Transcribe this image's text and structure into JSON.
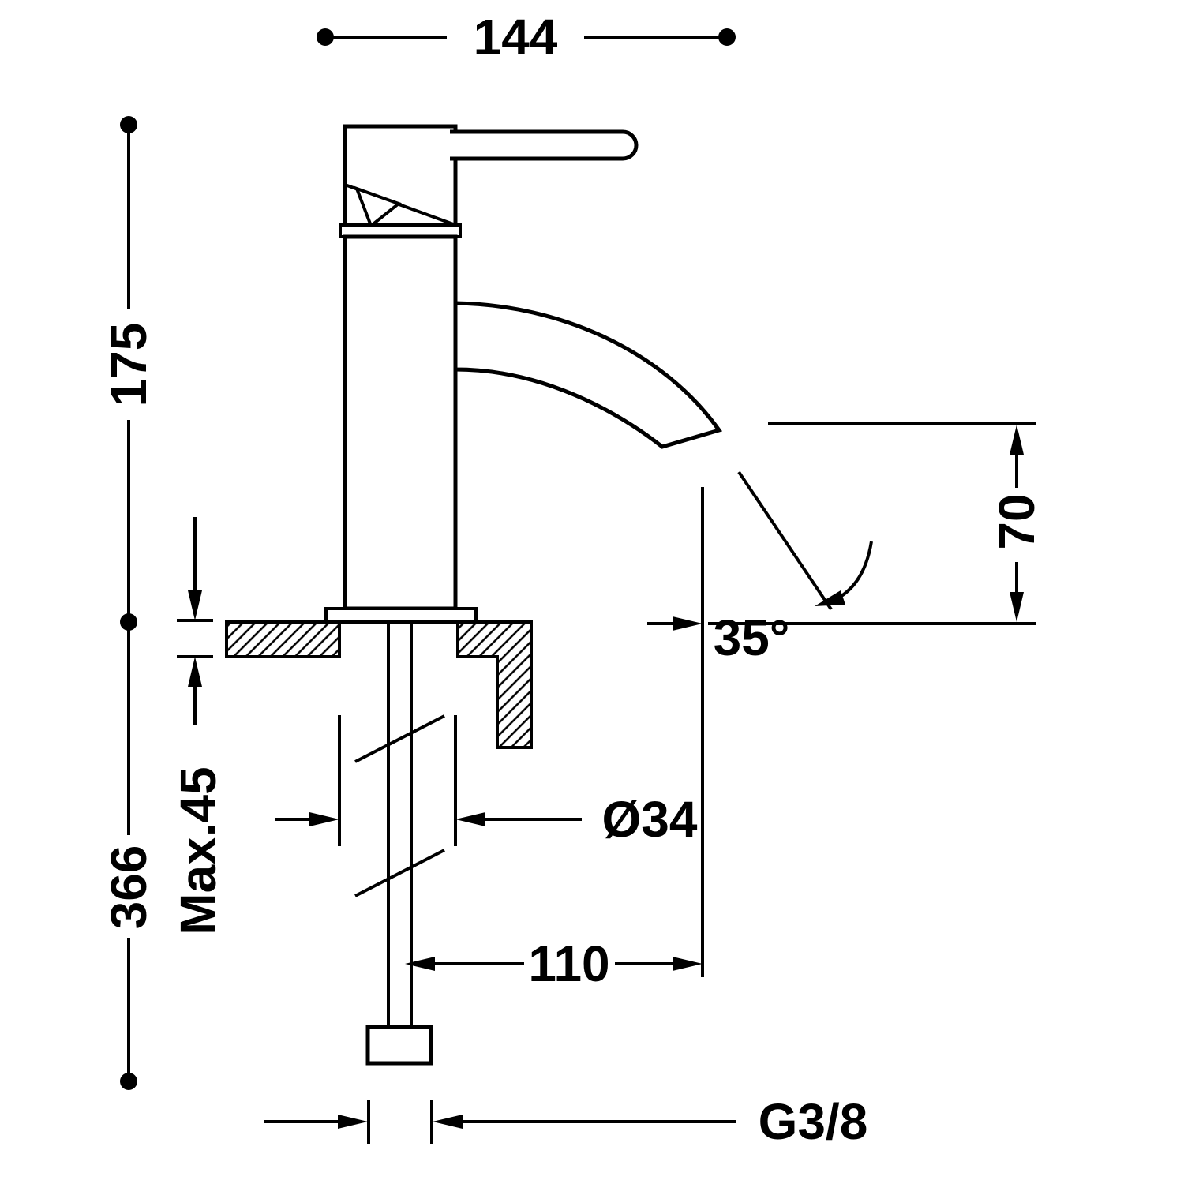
{
  "drawing": {
    "background_color": "#ffffff",
    "line_color": "#000000",
    "subject": "single-lever basin mixer faucet, dimensioned side view with countertop cross-section",
    "dimensions": {
      "top_width": "144",
      "upper_height": "175",
      "total_height": "366",
      "max_deck_thickness": "Max.45",
      "body_diameter": "Ø34",
      "spout_reach": "110",
      "outlet_height": "70",
      "spout_angle": "35°",
      "inlet_thread": "G3/8"
    }
  }
}
